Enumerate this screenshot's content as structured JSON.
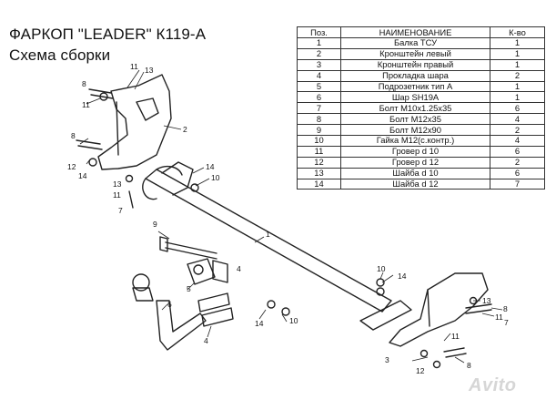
{
  "title": {
    "line1": "ФАРКОП \"LEADER\" К119-А",
    "line2": "Схема сборки"
  },
  "table": {
    "headers": [
      "Поз.",
      "НАИМЕНОВАНИЕ",
      "К-во"
    ],
    "rows": [
      [
        "1",
        "Балка ТСУ",
        "1"
      ],
      [
        "2",
        "Кронштейн левый",
        "1"
      ],
      [
        "3",
        "Кронштейн правый",
        "1"
      ],
      [
        "4",
        "Прокладка шара",
        "2"
      ],
      [
        "5",
        "Подрозетник тип А",
        "1"
      ],
      [
        "6",
        "Шар SH19A",
        "1"
      ],
      [
        "7",
        "Болт М10х1.25х35",
        "6"
      ],
      [
        "8",
        "Болт М12х35",
        "4"
      ],
      [
        "9",
        "Болт М12х90",
        "2"
      ],
      [
        "10",
        "Гайка М12(с.контр.)",
        "4"
      ],
      [
        "11",
        "Гровер d 10",
        "6"
      ],
      [
        "12",
        "Гровер d 12",
        "2"
      ],
      [
        "13",
        "Шайба d 10",
        "6"
      ],
      [
        "14",
        "Шайба d 12",
        "7"
      ]
    ]
  },
  "callouts": [
    "11",
    "13",
    "8",
    "11",
    "2",
    "14",
    "10",
    "8",
    "12",
    "14",
    "13",
    "11",
    "7",
    "9",
    "1",
    "5",
    "4",
    "6",
    "14",
    "4",
    "10",
    "14",
    "10",
    "13",
    "8",
    "11",
    "7",
    "3",
    "11",
    "12",
    "8"
  ],
  "watermark": "Avito"
}
